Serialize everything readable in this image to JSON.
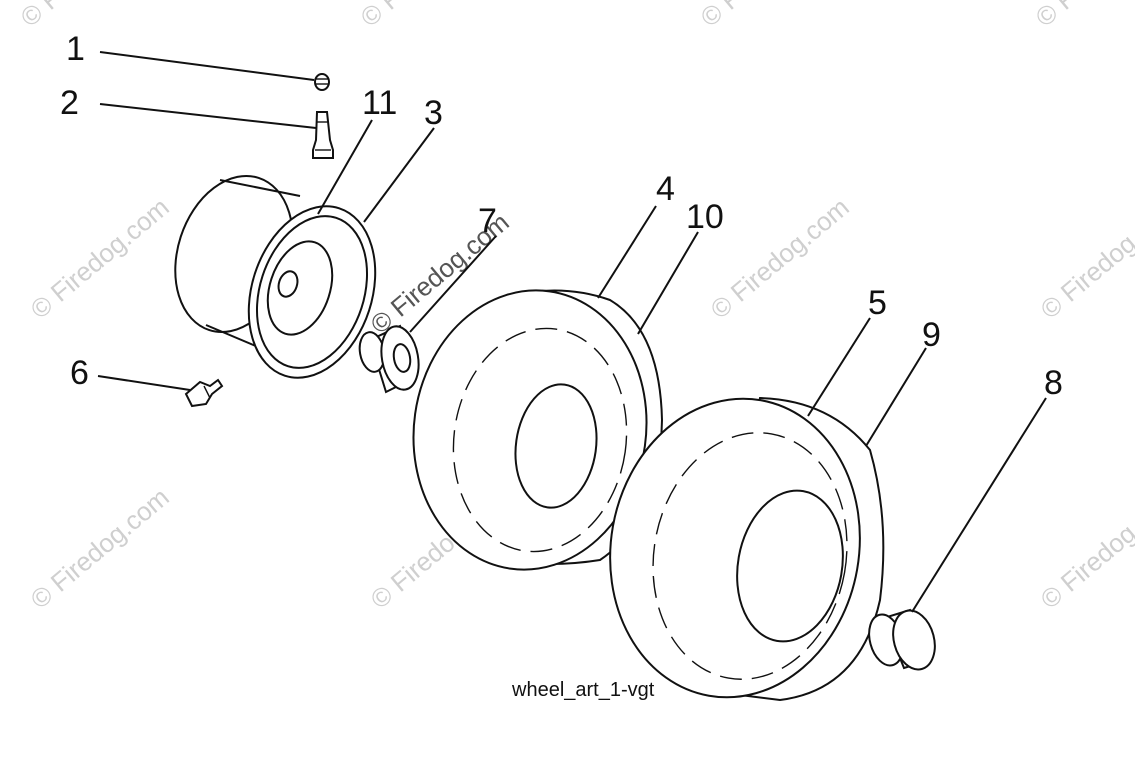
{
  "callouts": [
    "1",
    "2",
    "11",
    "3",
    "7",
    "4",
    "10",
    "5",
    "9",
    "6",
    "8"
  ],
  "caption": "wheel_art_1-vgt",
  "watermark_text": "© Firedog.com",
  "colors": {
    "line": "#111111",
    "watermark": "#cfcfcf",
    "background": "#ffffff"
  }
}
